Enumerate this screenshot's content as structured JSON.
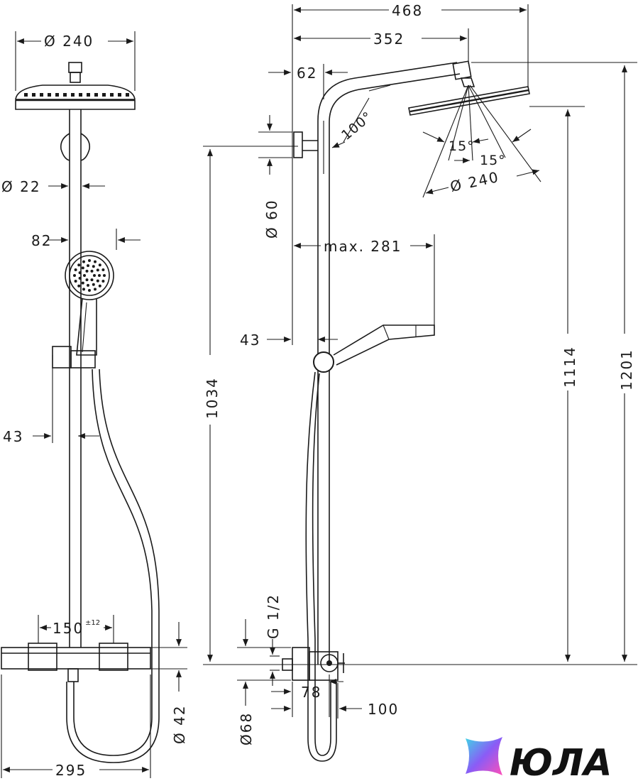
{
  "front_view": {
    "dims": {
      "head_diameter": "Ø 240",
      "pipe_diameter": "Ø 22",
      "hand_shower_offset": "82",
      "rail_offset": "43",
      "center_distance": "150",
      "center_tolerance": "±12",
      "mixer_diameter": "Ø 42",
      "total_width": "295"
    }
  },
  "side_view": {
    "dims": {
      "overall_depth": "468",
      "arm_depth": "352",
      "wall_offset": "62",
      "arm_angle": "100°",
      "bracket_diameter": "Ø 60",
      "hand_reach": "max. 281",
      "rail_offset": "43",
      "tilt_left": "15°",
      "tilt_right": "15°",
      "head_diameter": "Ø 240",
      "height_outlet": "1034",
      "height_head": "1114",
      "height_total": "1201",
      "connection": "G 1/2",
      "connection_diameter": "Ø68",
      "connection_offset": "78",
      "mixer_depth": "100"
    }
  },
  "brand": {
    "name": "ЮЛА",
    "colors": {
      "gradient_start": "#3fd6e6",
      "gradient_mid": "#8a5cf6",
      "gradient_end": "#ff4fb8"
    }
  }
}
